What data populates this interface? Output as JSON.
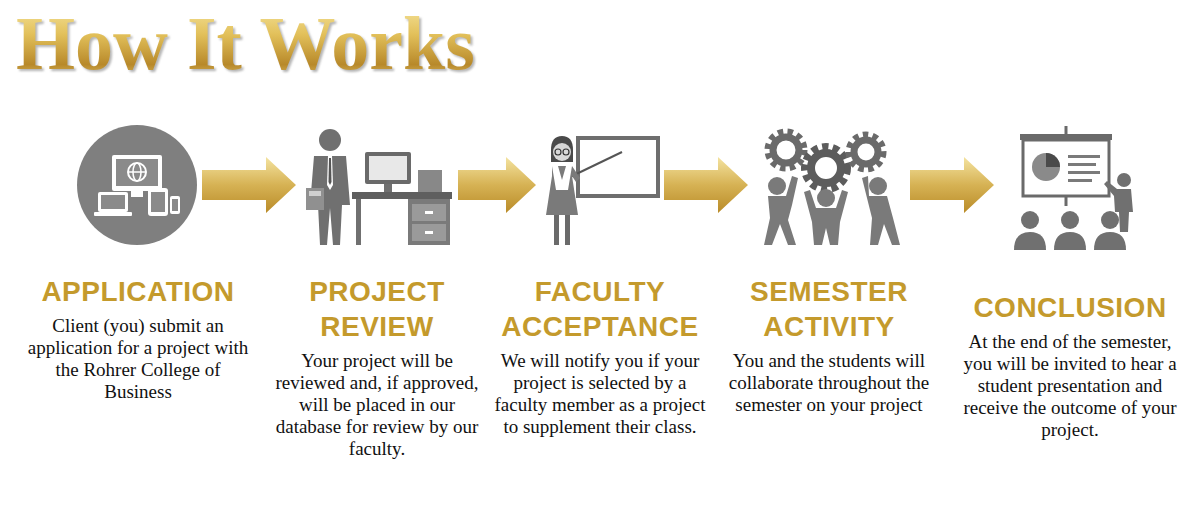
{
  "diagram": {
    "title": "How It Works",
    "nodes": [
      {
        "text": [
          "APPLICATION",
          "Client (you) submit an application for a project with the Rohrer College of Business"
        ]
      },
      {
        "text": [
          "PROJECT REVIEW",
          "Your project will be reviewed and, if approved, will be placed in our database for review by our faculty."
        ]
      },
      {
        "text": [
          "FACULTY ACCEPTANCE",
          "We will notify you if your project is selected by a faculty member as a project to supplement their class."
        ]
      },
      {
        "text": [
          "SEMESTER ACTIVITY",
          "You and the students will collaborate throughout the semester on your project"
        ]
      },
      {
        "text": [
          "CONCLUSION",
          "At the end of the semester, you will be invited to hear a student presentation and receive the outcome of your project."
        ]
      }
    ],
    "edges": [
      {
        "from": 0,
        "to": 1,
        "arrow": "to"
      },
      {
        "from": 1,
        "to": 2,
        "arrow": "to"
      },
      {
        "from": 2,
        "to": 3,
        "arrow": "to"
      },
      {
        "from": 3,
        "to": 4,
        "arrow": "to"
      }
    ]
  }
}
